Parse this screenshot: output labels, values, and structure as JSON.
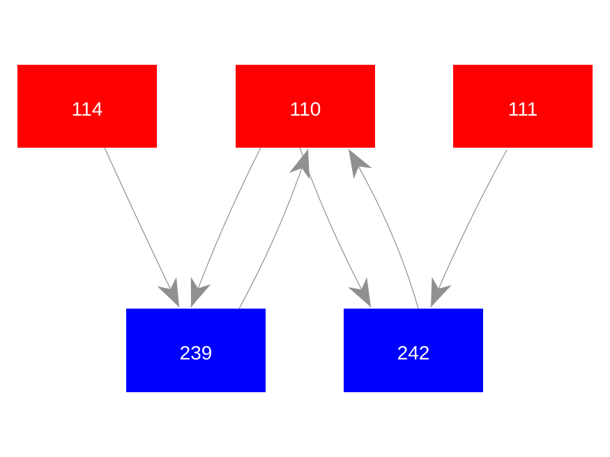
{
  "diagram": {
    "title": "",
    "background_color": "#ffffff",
    "nodes": [
      {
        "id": "114",
        "label": "114",
        "color": "#ff0000",
        "text_color": "#ffffff",
        "row": "top"
      },
      {
        "id": "110",
        "label": "110",
        "color": "#ff0000",
        "text_color": "#ffffff",
        "row": "top"
      },
      {
        "id": "111",
        "label": "111",
        "color": "#ff0000",
        "text_color": "#ffffff",
        "row": "top"
      },
      {
        "id": "239",
        "label": "239",
        "color": "#0000ff",
        "text_color": "#ffffff",
        "row": "bottom"
      },
      {
        "id": "242",
        "label": "242",
        "color": "#0000ff",
        "text_color": "#ffffff",
        "row": "bottom"
      }
    ],
    "edges": [
      {
        "from": "114",
        "to": "239"
      },
      {
        "from": "110",
        "to": "239"
      },
      {
        "from": "239",
        "to": "110"
      },
      {
        "from": "110",
        "to": "242"
      },
      {
        "from": "242",
        "to": "110"
      },
      {
        "from": "111",
        "to": "242"
      }
    ],
    "edge_style": {
      "line_color": "#8f8f8f",
      "arrow_color": "#909090"
    }
  }
}
